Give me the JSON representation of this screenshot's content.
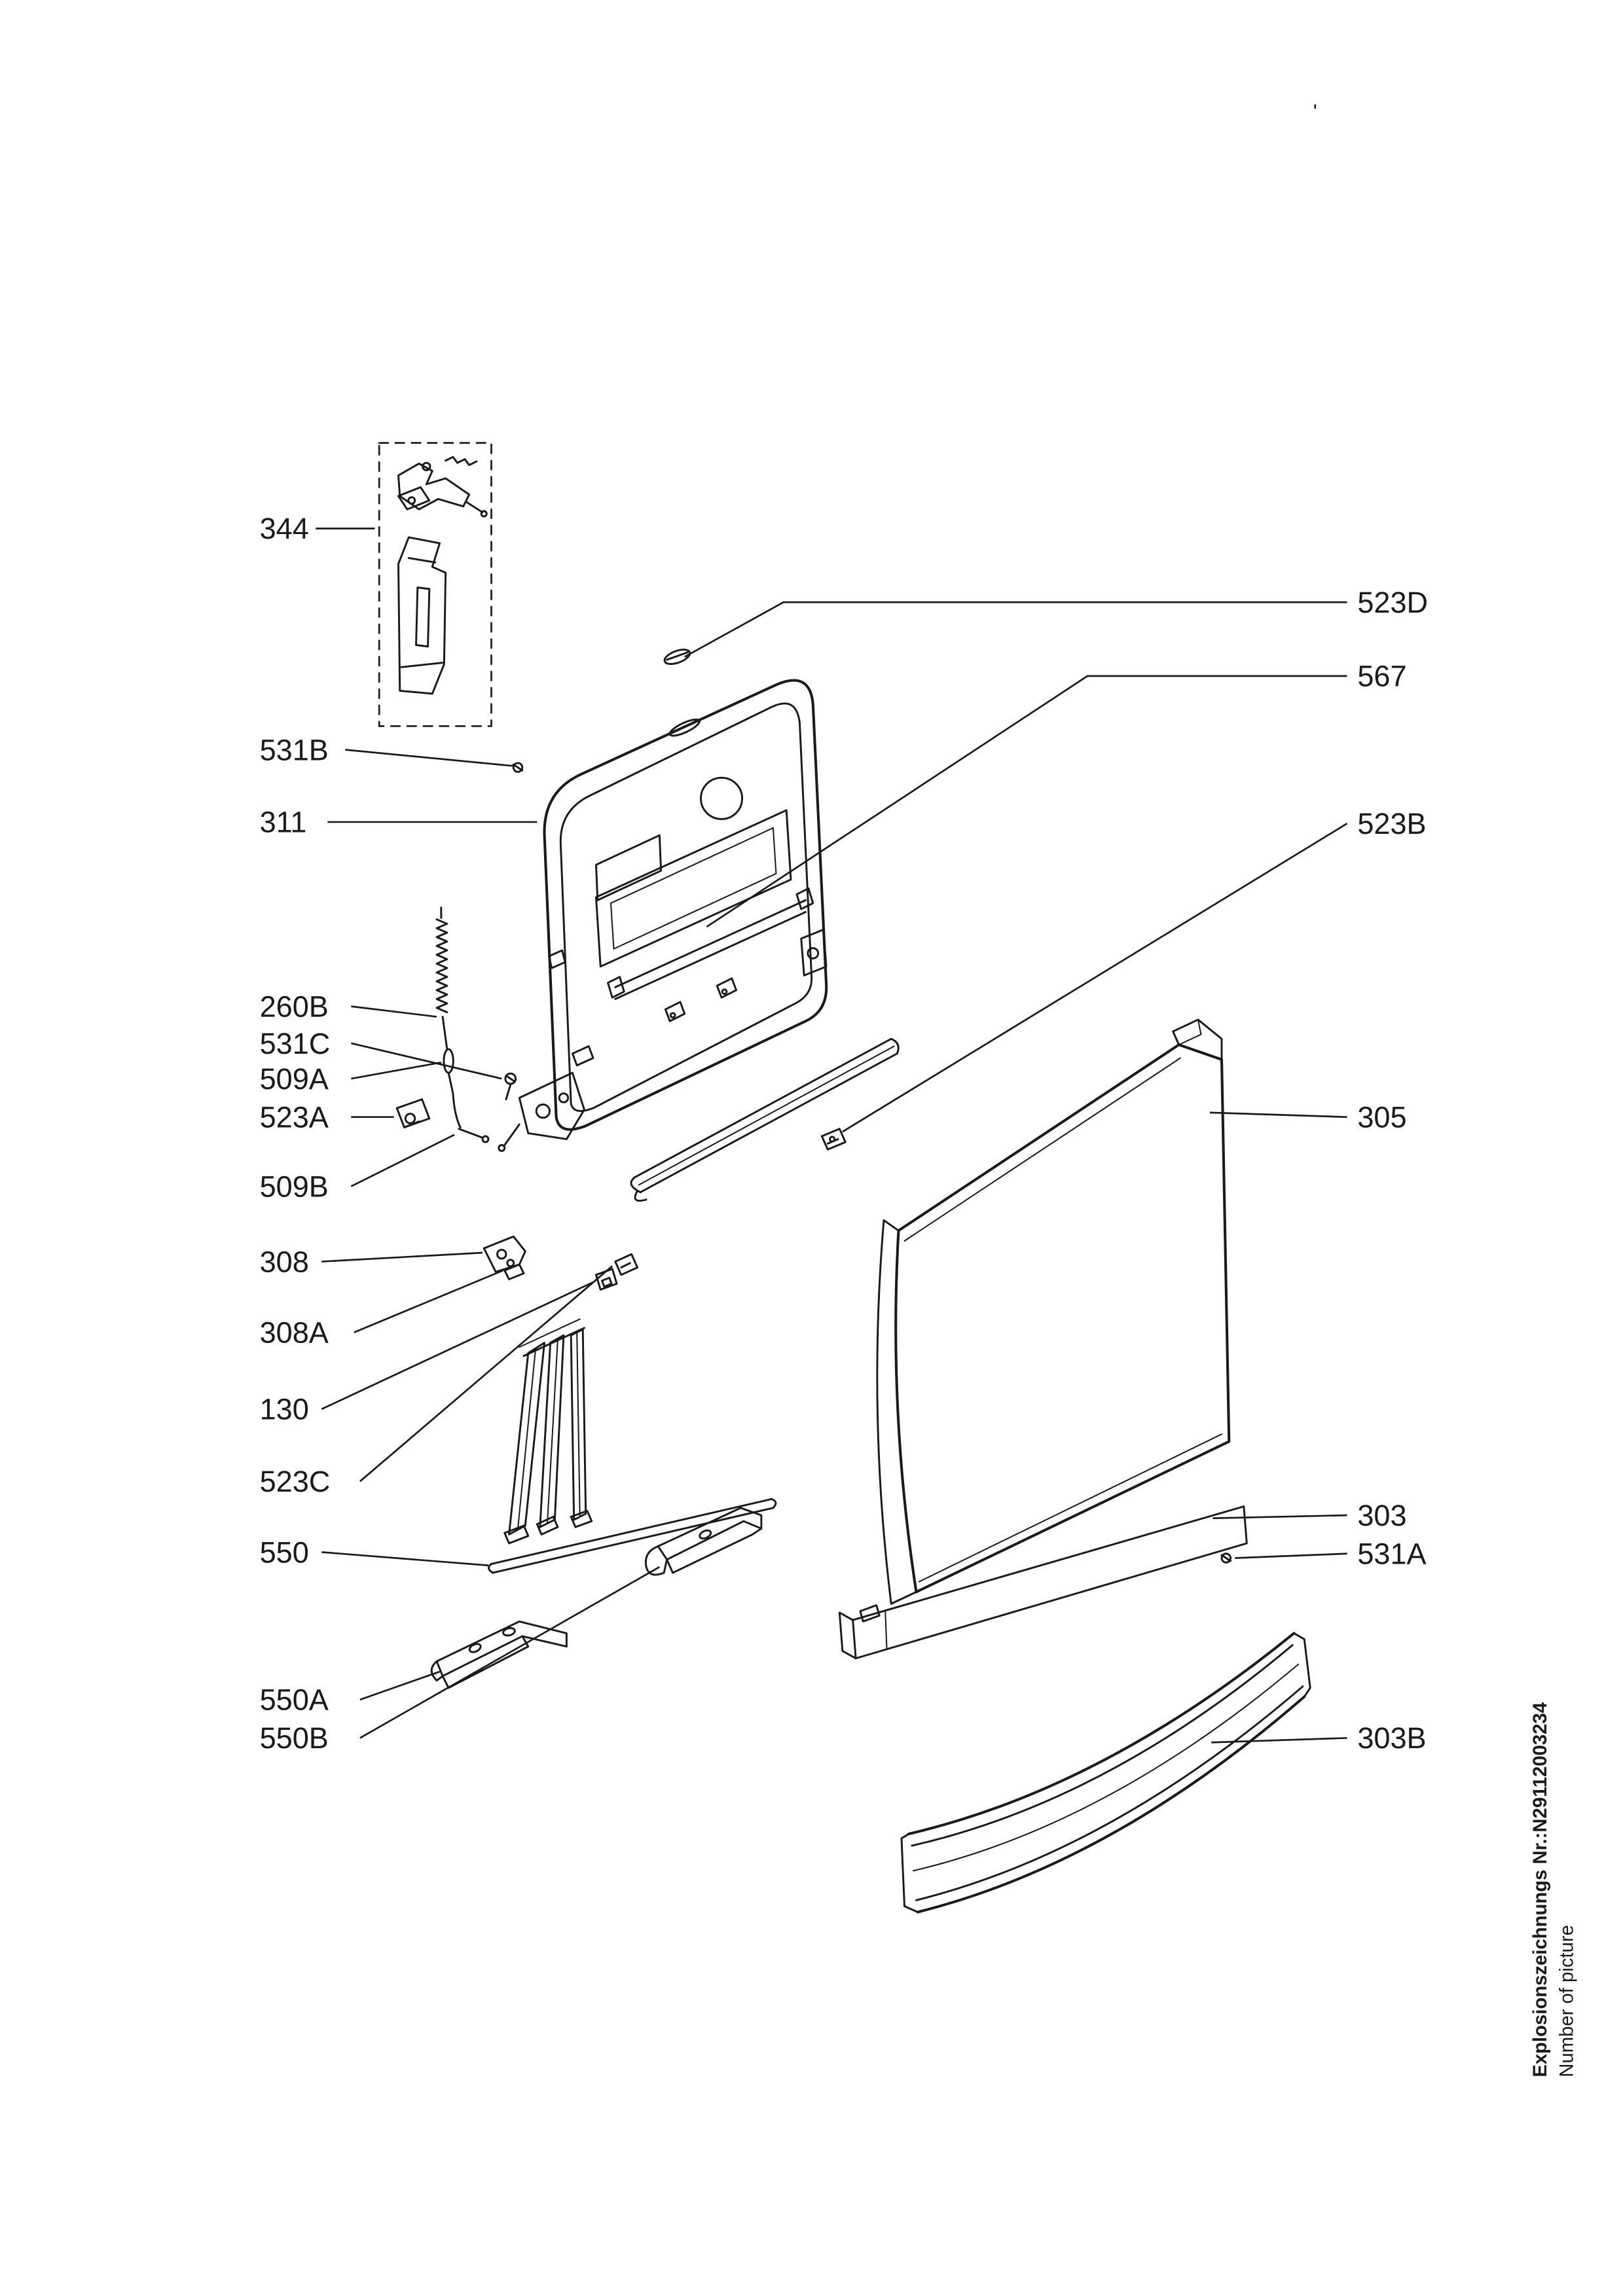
{
  "document": {
    "background": "#ffffff",
    "ink": "#1a1a1a",
    "type": "exploded-parts-diagram"
  },
  "callouts": {
    "left": [
      {
        "label": "344"
      },
      {
        "label": "531B"
      },
      {
        "label": "311"
      },
      {
        "label": "260B"
      },
      {
        "label": "531C"
      },
      {
        "label": "509A"
      },
      {
        "label": "523A"
      },
      {
        "label": "509B"
      },
      {
        "label": "308"
      },
      {
        "label": "308A"
      },
      {
        "label": "130"
      },
      {
        "label": "523C"
      },
      {
        "label": "550"
      },
      {
        "label": "550A"
      },
      {
        "label": "550B"
      }
    ],
    "right": [
      {
        "label": "523D"
      },
      {
        "label": "567"
      },
      {
        "label": "523B"
      },
      {
        "label": "305"
      },
      {
        "label": "303"
      },
      {
        "label": "531A"
      },
      {
        "label": "303B"
      }
    ]
  },
  "footer": {
    "drawing_number_label": "Explosionszeichnungs Nr.:N29112003234",
    "caption": "Number of picture"
  },
  "page_mark": "'"
}
